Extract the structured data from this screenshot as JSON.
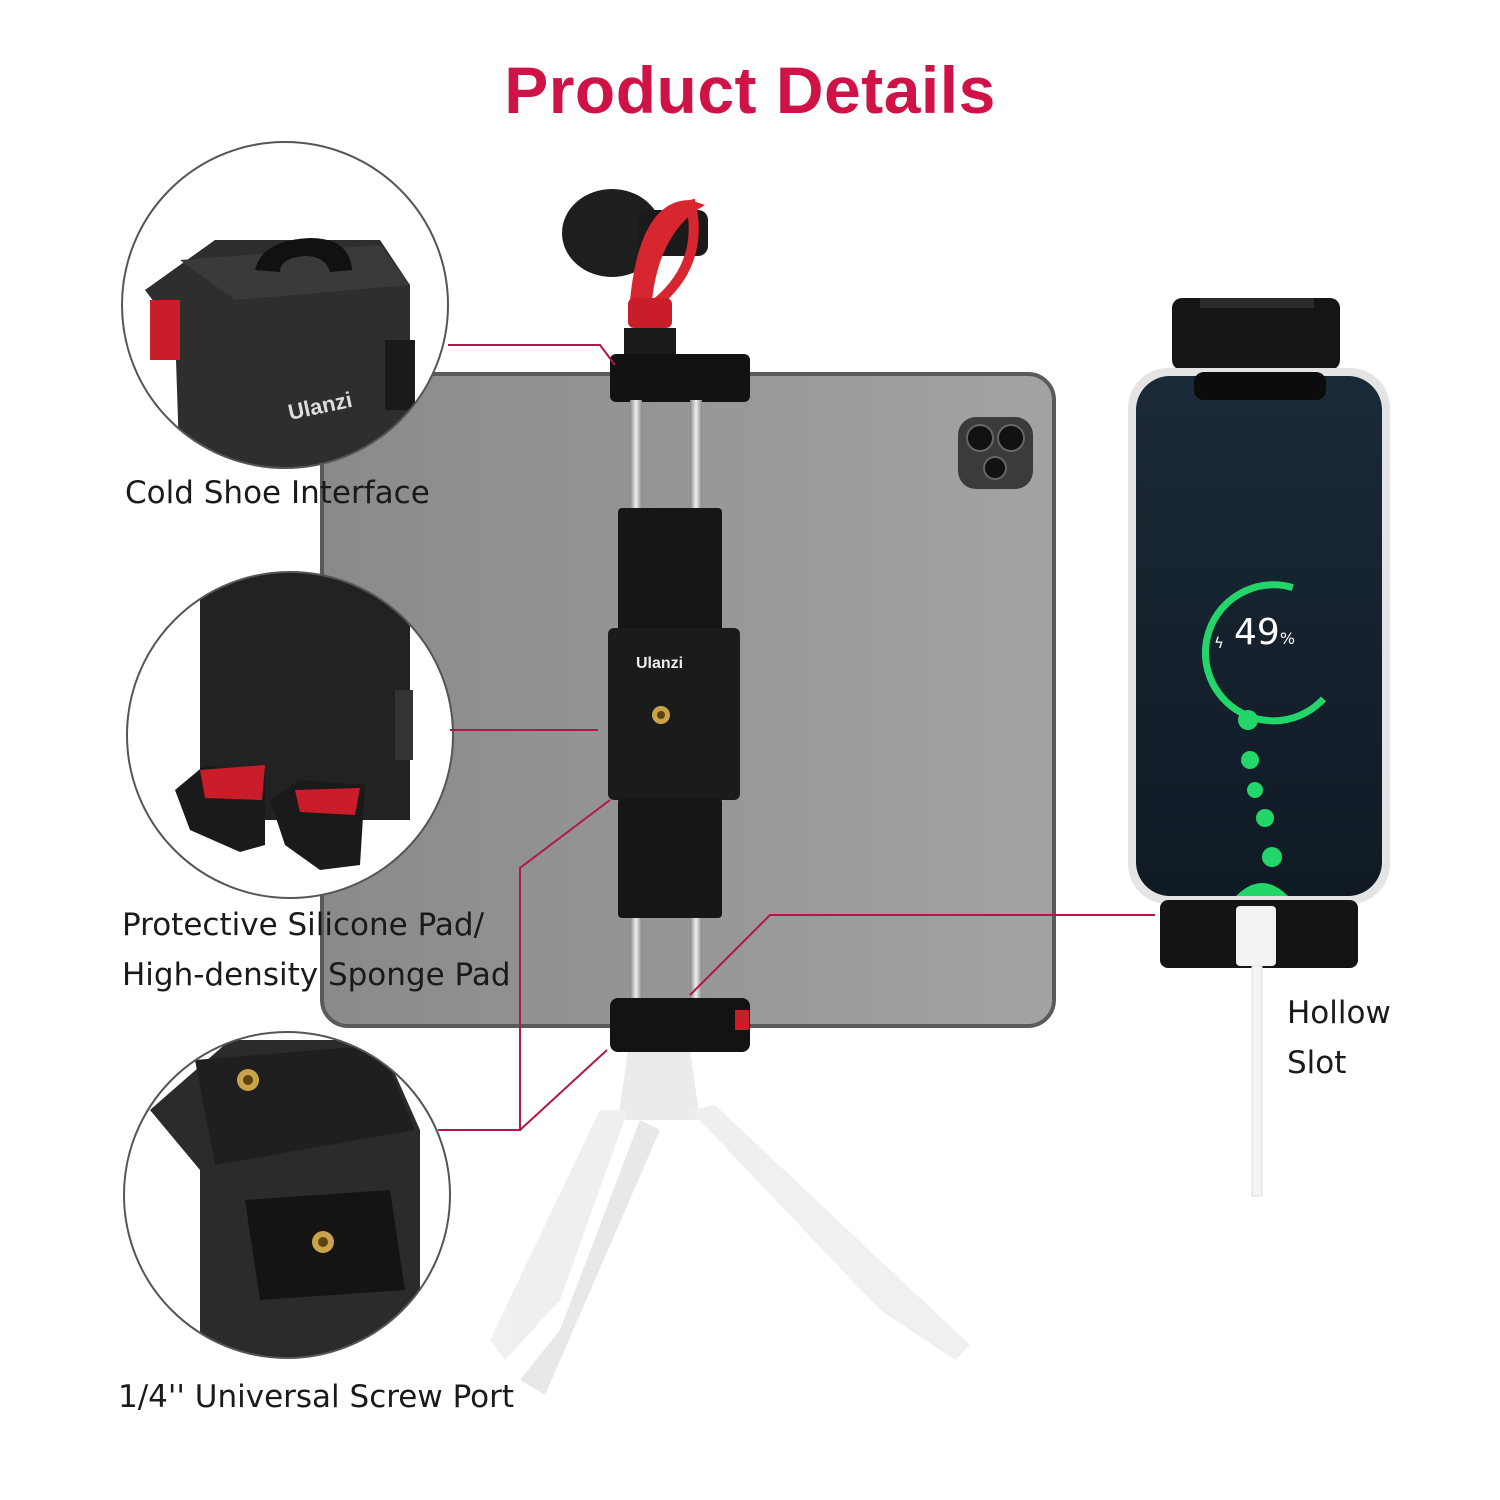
{
  "title": "Product Details",
  "colors": {
    "accent": "#cf1347",
    "line": "#b0184a",
    "charge": "#22d66a"
  },
  "brand": "Ulanzi",
  "callouts": {
    "cold_shoe": "Cold Shoe Interface",
    "pad_line1": "Protective Silicone Pad/",
    "pad_line2": "High-density Sponge Pad",
    "screw_port": "1/4'' Universal Screw Port",
    "hollow_line1": "Hollow",
    "hollow_line2": "Slot"
  },
  "phone": {
    "battery_value": "49",
    "battery_unit": "%"
  }
}
